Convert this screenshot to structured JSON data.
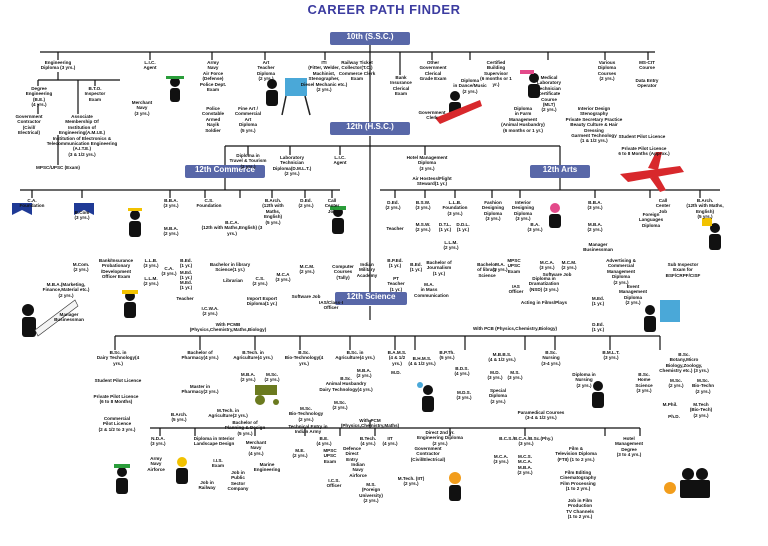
{
  "title": "CAREER PATH FINDER",
  "hubs": {
    "ssc": "10th (S.S.C.)",
    "hsc": "12th (H.S.C.)",
    "commerce": "12th Commerce",
    "arts": "12th Arts",
    "science": "12th Science"
  },
  "after_10th": [
    "Engineering\nDiploma (3 yrs.)",
    "Degree\nEngineering\n(B.E.)\n(4 yrs.)",
    "B.T.O.\nInspector\nExam",
    "Associate\nMembership Of\nInstitution of\nEngineering(A.M.I.E.)\nInstitution of Electronics &\nTelecommunication Engineering\n(A.I.T.E.)\n(3 & 1/2 yrs.)",
    "Government\nContractor\n(Civil/\nElectrical)",
    "MPSC/UPSC (Exam)",
    "Merchant\nNavy\n(3 yrs.)",
    "L.I.C.\nAgent",
    "Army\nNavy\nAir Force\n(Defense)\nPolice Dept.\nExam",
    "Police\nConstable\nArmed\nNayik\nSoldier",
    "Art\nTeacher\nDiploma\n(2 yrs.)",
    "Fine Art /\nCommercial\nArt\nDiploma\n(5 yrs.)",
    "ITI\n(Fitter, Welder,\nMachinist,\nStenographer,\nDiesel Mechanic etc.)\n(2 yrs.)",
    "Railway Ticket\nCollector(T.C.)\nCommerce Clerk\nExam",
    "Bank\nInsurance\nClerical\nExam",
    "Other\nGovernment\nClerical\nGrade Exam",
    "Government\nClerk",
    "Diploma\nin Dance/Music\n(2 yrs.)",
    "Certified\nBuilding\nSupervisor\n(6 months or 1 yr.)",
    "Diploma\nin Farm\nManagement\n(Animal Husbandry)\n(6 months or 1 yr.)",
    "Medical\nLaboratory\nTechnician\nCertificate\nCourse\n(MLT)\n(2 yrs.)",
    "Interior Design\nStenography\nPrivate Secretary Practice\nBeauty Culture & Hair Dressing\nGarment Technology\n(1 & 1/2 yrs.)",
    "Various\nDiploma\nCourses\n(2 yrs.)",
    "MS-CIT\nCourse",
    "Data Entry\nOperator",
    "Student Pilot Licence",
    "Private Pilot Licence\n6 to 8 Months (Approx.)"
  ],
  "after_12th": [
    "Diploma in\nTravel & Tourism\n(2 yrs.)",
    "Laboratory\nTechnician\nDiploma(D.M.L.T.)\n(2 yrs.)",
    "L.I.C.\nAgent",
    "Hotel Management\nDiploma\n(3 yrs.)",
    "Air Hostess/Flight\nSteward(1 yr.)"
  ],
  "commerce": [
    "C.A.\nFoundation",
    "B.Com\n(3 yrs.)",
    "M.Com.\n(2 yrs.)",
    "B.B.A.\n(3 yrs.)",
    "M.B.A.\n(2 yrs.)",
    "C.S.\nFoundation",
    "B.C.A.\n(12th with Maths,English) (3 yrs.)",
    "B.Arch.\n(12th with\nMaths,\nEnglish)\n(5 yrs.)",
    "D.Ed.\n(2 yrs.)",
    "Call\nCenter\nJob",
    "B.Ed.\n(1 yr.)",
    "M.Ed.\n(1 yr.)",
    "Teacher",
    "I.C.W.A.\n(2 yrs.)",
    "Bachelor in library\nScience(1 yr.)",
    "Librarian",
    "C.S.\n(2 yrs.)",
    "M.C.A\n(3 yrs.)",
    "M.C.M.\n(2 yrs.)",
    "Computer\nCourses\n(Tally)",
    "Indian\nMilitary\nAcademy",
    "Import Export\nDiploma(1 yr.)",
    "Software Job",
    "IAS/Class-I\nOfficer",
    "M.B.A.(Marketing,\nFinance,Material etc.)\n(2 yrs.)",
    "Manager\nBusinessman",
    "Bank/Insurance\nProbationary\n/Development\nOfficer Exam",
    "L.L.B.\n(3 yrs.)",
    "L.L.M.\n(2 yrs.)",
    "C.A.\n(3 yrs.)",
    "M.Ed.\n(1 yr.)"
  ],
  "arts": [
    "D.Ed.\n(2 yrs.)",
    "B.S.W.\n(3 yrs.)",
    "M.S.W.\n(2 yrs.)",
    "L.L.B.\nFoundation\n(3 yrs.)",
    "B.P.Ed.\n(1 yr.)",
    "D.T.L.\n(1 yr.)",
    "D.D.L.\n(1 yr.)",
    "L.L.M.\n(2 yrs.)",
    "Fashion\nDesigning\nDiploma\n(3 yrs.)",
    "Interior\nDesigning\nDiploma\n(3 yrs.)",
    "B.A.\n(3 yrs.)",
    "M.A.\n(2 yrs.)",
    "Foreign\nLanguages\nDiploma",
    "Call\nCenter\nJob",
    "B.B.A.\n(3 yrs.)",
    "M.B.A.\n(2 yrs.)",
    "B.Arch.\n(12th with Maths,\nEnglish)\n(5 yrs.)",
    "Manager\nBusinessman",
    "Teacher",
    "B.Ed.\n(1 yr.)",
    "PT Teacher\n(1 yr.)",
    "Bachelor of\nJournalism\n(1 yr.)",
    "M.A.\nin Mass\nCommunication",
    "Bachelor\nof library\nScience",
    "MPSC\nUPSC\nExam",
    "IAS\nOfficer",
    "Diploma in\nDramatization\n(NSD) (3 yrs.)",
    "Acting in Films/Plays",
    "M.C.A.\n(3 yrs.)",
    "M.C.M.\n(2 yrs.)",
    "Software Job",
    "Advertising &\nCommercial\nManagement\nDiploma\n(2 yrs.)",
    "Event\nManagement\nDiploma\n(2 yrs.)",
    "Sub Inspector\nExam for\nBSF/CRPF/CISF",
    "M.Ed.\n(1 yr.)",
    "D.Ed.\n(1 yr.)"
  ],
  "science": [
    "With PCMB\n(Physics,Chemistry,Maths,Biology)",
    "B.Sc. in\nDairy Technology(4 yrs.)",
    "Bachelor of\nPharmacy(4 yrs.)",
    "B.Tech. in\nAgriculture(4 yrs.)",
    "B.Sc.\nBio-Technology(4 yrs.)",
    "B.Sc. in\nAgriculture(4 yrs.)",
    "Student Pilot Licence",
    "Private Pilot Licence\n(6 to 8 Months)",
    "Commercial\nPilot Licence\n(2 & 1/2 to 3 yrs.)",
    "Master in\nPharmacy(2 yrs.)",
    "M.Tech. in\nAgriculture(2 yrs.)",
    "M.B.A.\n(2 yrs.)",
    "M.Sc.\n(2 yrs.)",
    "M.Sc.\nBio-Technology\n(2 yrs.)",
    "B.Sc.\nAnimal Husbandry\nDairy Technology(4 yrs.)",
    "M.Sc.\n(2 yrs.)",
    "M.B.A.\n(2 yrs.)",
    "With PCM\n(Physics,Chemistry,Maths)",
    "N.D.A.\n(3 yrs.)",
    "Army\nNavy\nAirforce",
    "B.Arch.\n(5 yrs.)",
    "Diploma in Interior\nLandscape Design",
    "Bachelor of\nPlanning & Design\n(5 yrs.)",
    "I.I.S.\nExam",
    "Job in\nPublic\nSector\nCompany",
    "Job in\nRailway",
    "Merchant\nNavy\n(4 yrs.)",
    "Marine\nEngineering",
    "Technical Entry in\nIndian Army",
    "M.E.\n(2 yrs.)",
    "B.E.\n(4 yrs.)",
    "MPSC\nUPSC\nExam",
    "Defence\nDirect\nEntry",
    "Indian\nNavy\nAirforce",
    "B.Tech.\n(4 yrs.)",
    "IIT\n(4 yrs.)",
    "M.S.\n(Foreign\nUniversity)\n(2 yrs.)",
    "M.Tech. (IIT)\n(2 yrs.)",
    "Direct 2nd yr.\nEngineering Diploma\n(2 yrs.)",
    "Government\nContractor\n(Civil/Electrical)",
    "B.C.S./B.C.A./B.Sc.(Phy.)\n(3 yrs.)",
    "M.C.S.\nM.C.A.\nM.B.A.\n(2 yrs.)",
    "M.C.A.\n(3 yrs.)",
    "Paramedical Courses\n(3-4 & 1/2 yrs.)",
    "B.A.M.S.\n(4 & 1/2 yrs.)",
    "M.D.",
    "B.H.M.S.\n(4 & 1/2 yrs.)",
    "B.P.Th.\n(5 yrs.)",
    "B.D.S.\n(4 yrs.)",
    "M.B.B.S.\n(4 & 1/2 yrs.)",
    "M.D.\n(3 yrs.)",
    "M.S.\n(3 yrs.)",
    "Special\nDiploma\n(2 yrs.)",
    "M.D.S.\n(3 yrs.)",
    "B.Sc.\nNursing\n(3-4 yrs.)",
    "Diploma in\nNursing\n(2 yrs.)",
    "B.M.L.T.\n(3 yrs.)",
    "B.Sc.\nHome\nScience\n(3 yrs.)",
    "B.Sc.\nBotany,Micro\nBiology,Zoology,\nChemistry etc.) (3 yrs.)",
    "M.Sc.\n(2 yrs.)",
    "M.Sc.\nBio-Techn\n(2 yrs.)",
    "M.Phil.",
    "Ph.D.",
    "M.Tech\n(Bio-Tech)\n(2 yrs.)",
    "With PCB (Physics,Chemistry,Biology)",
    "Film &\nTelevision Diploma\n(FTII) (1 to 2 yrs.)",
    "Hotel\nManagement\nDegree\n(3 to 4 yrs.)",
    "Film Editing\nCinematography\nFilm Processing\n(1 to 2 yrs.)",
    "Job in Film\nProduction\nTV Channels\n(1 to 2 yrs.)",
    "I.C.S.\nOfficer"
  ]
}
